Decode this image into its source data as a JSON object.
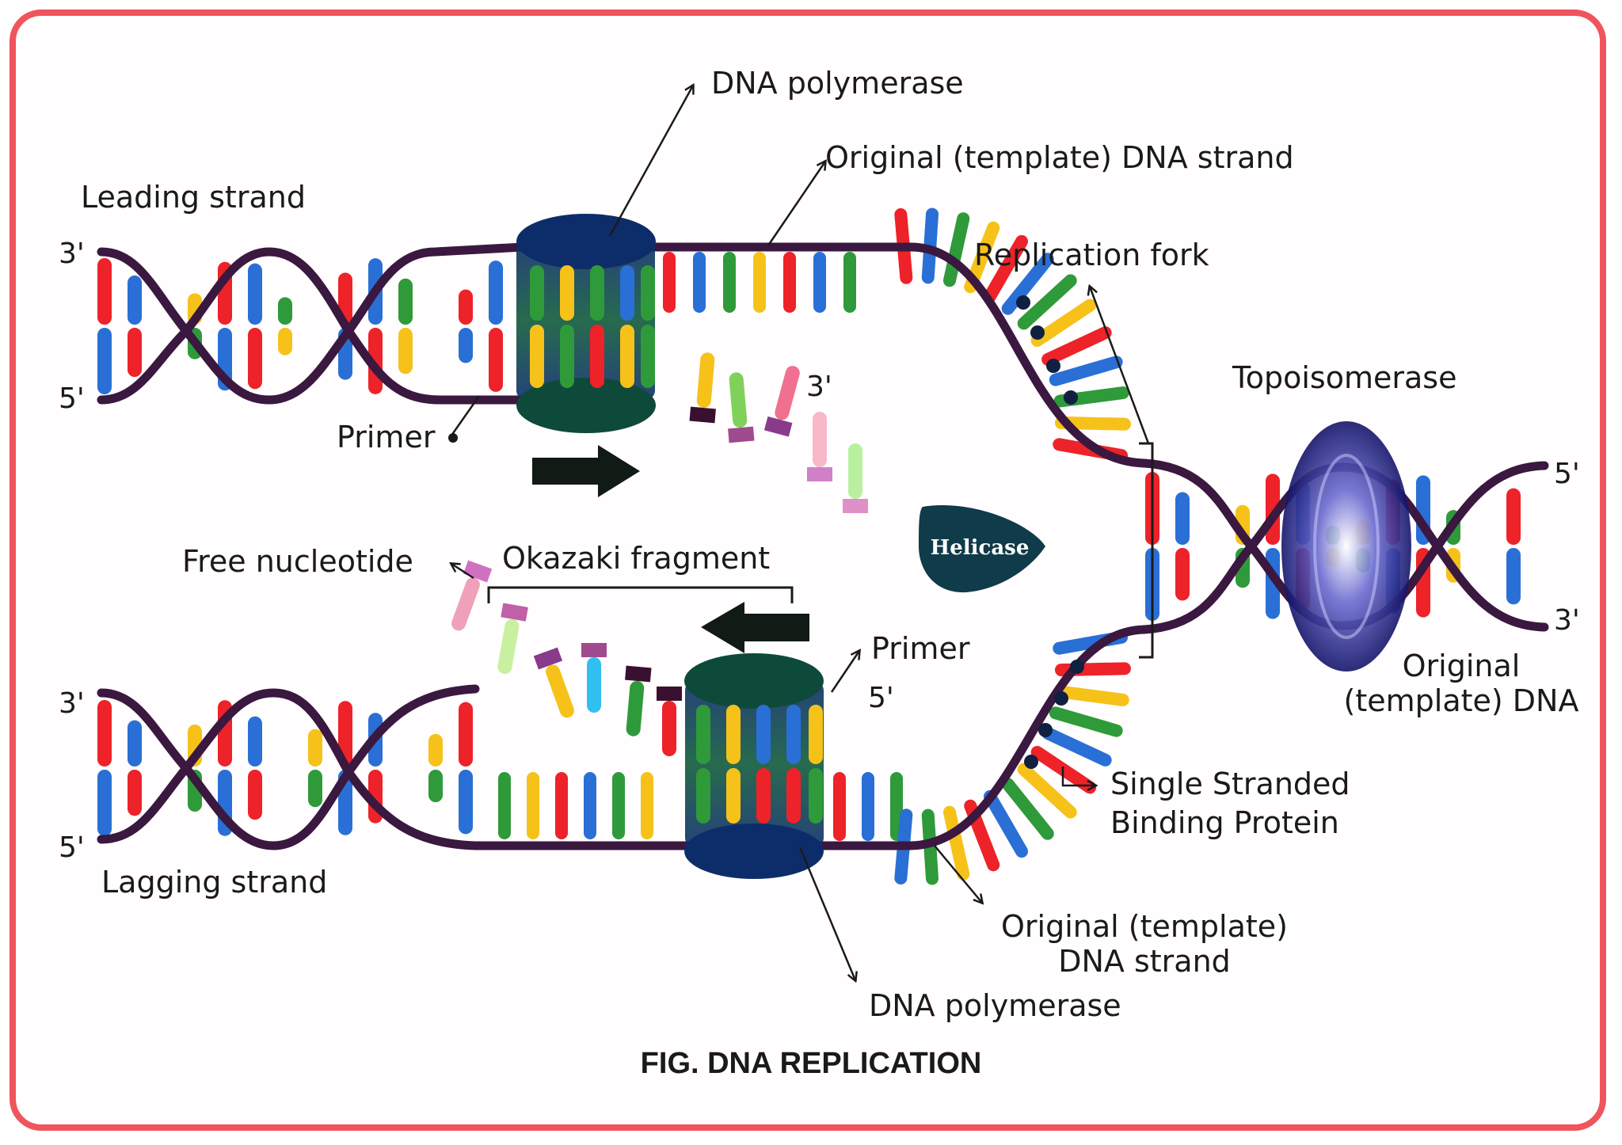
{
  "labels": {
    "dna_polymerase_top": "DNA polymerase",
    "template_strand_top": "Original (template) DNA strand",
    "leading_strand": "Leading strand",
    "replication_fork": "Replication fork",
    "topoisomerase": "Topoisomerase",
    "primer_top": "Primer",
    "helicase": "Helicase",
    "free_nucleotide": "Free nucleotide",
    "okazaki_fragment": "Okazaki fragment",
    "primer_bottom": "Primer",
    "original_template_dna_l1": "Original",
    "original_template_dna_l2": "(template) DNA",
    "ssb_l1": "Single Stranded",
    "ssb_l2": "Binding Protein",
    "lagging_strand": "Lagging strand",
    "template_strand_bottom_l1": "Original (template)",
    "template_strand_bottom_l2": "DNA strand",
    "dna_polymerase_bottom": "DNA polymerase",
    "caption": "FIG. DNA REPLICATION"
  },
  "ends": {
    "top_left_3": "3'",
    "top_left_5": "5'",
    "bottom_left_3": "3'",
    "bottom_left_5": "5'",
    "right_5": "5'",
    "right_3": "3'",
    "free_3": "3'",
    "primer_5": "5'"
  },
  "colors": {
    "frame": "#f0545c",
    "backbone": "#3a1840",
    "base_red": "#ee2229",
    "base_blue": "#2a6fd6",
    "base_green": "#2f9a3a",
    "base_yellow": "#f6c21a",
    "polymerase": "#0e3e4c",
    "helicase": "#0f3b4a",
    "topoisomerase": "#1e1f7a",
    "primer_cap": "#3a1030"
  }
}
